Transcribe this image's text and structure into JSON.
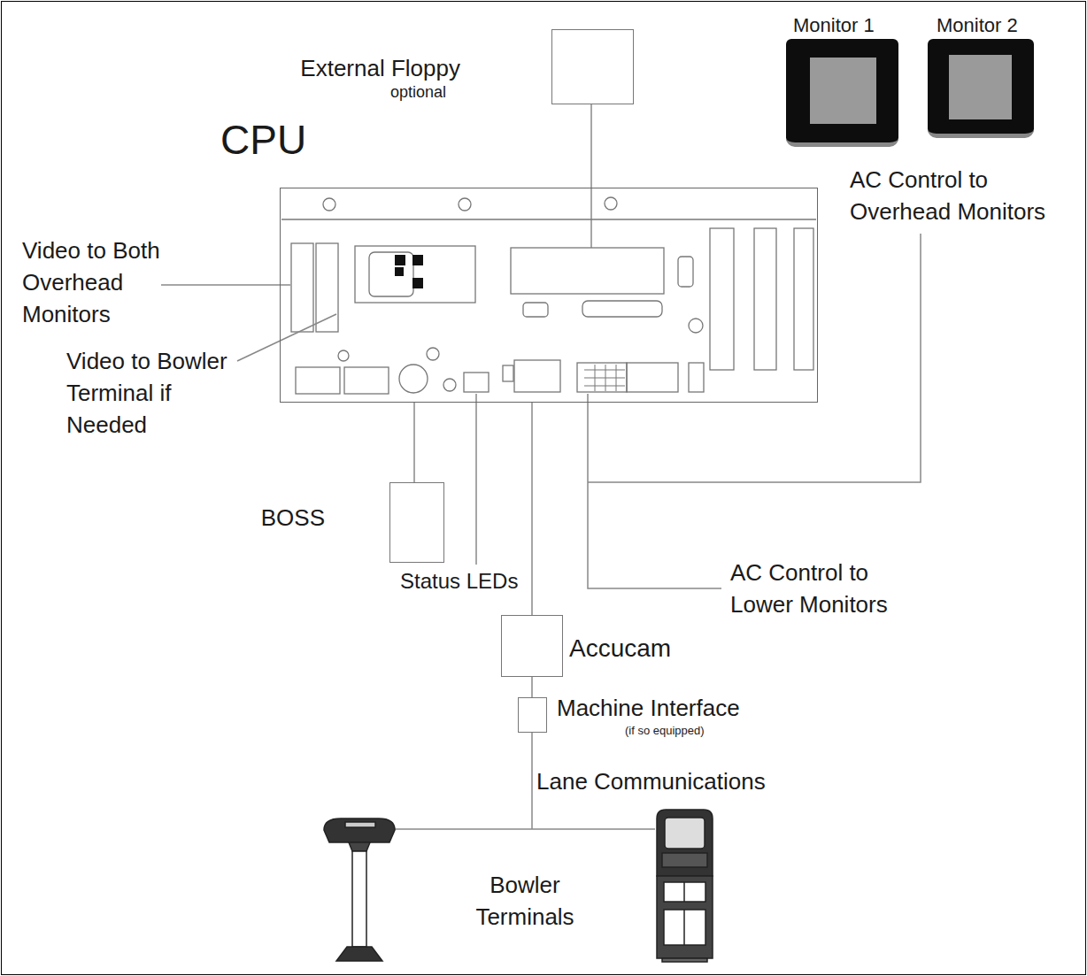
{
  "diagram": {
    "nodes": [
      {
        "text": [
          "CPU"
        ]
      },
      {
        "text": [
          "External Floppy",
          "optional"
        ]
      },
      {
        "text": [
          "Monitor 1"
        ]
      },
      {
        "text": [
          "Monitor 2"
        ]
      },
      {
        "text": [
          "BOSS"
        ]
      },
      {
        "text": [
          "Accucam"
        ]
      },
      {
        "text": [
          "Machine Interface",
          "(if so equipped)"
        ]
      },
      {
        "text": [
          "Bowler Terminals"
        ]
      }
    ],
    "edges": [
      {
        "from": 0,
        "to": 1,
        "arrow": "none"
      },
      {
        "from": 0,
        "to": 4,
        "arrow": "none"
      },
      {
        "from": 0,
        "to": 5,
        "arrow": "none"
      },
      {
        "from": 5,
        "to": 6,
        "arrow": "none"
      },
      {
        "from": 6,
        "to": 7,
        "label": "Lane Communications",
        "arrow": "none"
      }
    ],
    "labels": [
      "Video to Both Overhead Monitors",
      "Video to Bowler Terminal if Needed",
      "AC Control to Overhead Monitors",
      "Status LEDs",
      "AC Control to Lower Monitors"
    ]
  }
}
